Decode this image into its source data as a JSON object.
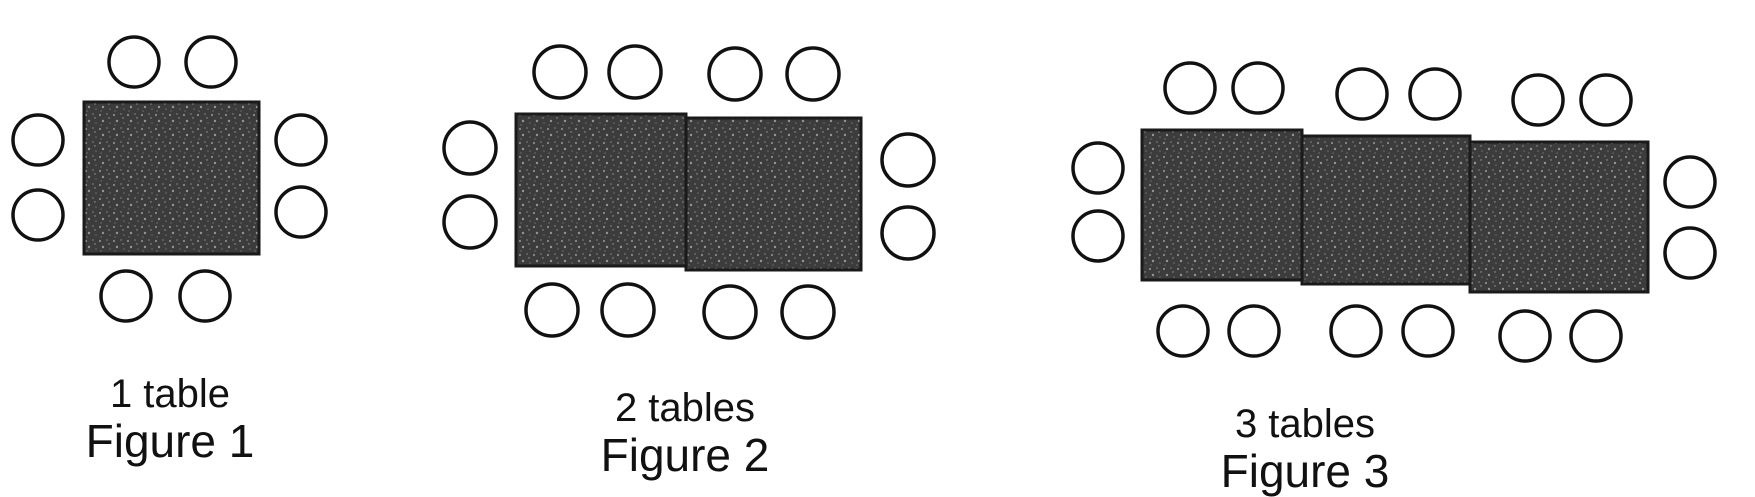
{
  "figures": [
    {
      "count_label": "1 table",
      "figure_label": "Figure 1",
      "tables": 1,
      "chairs": 8
    },
    {
      "count_label": "2 tables",
      "figure_label": "Figure 2",
      "tables": 2,
      "chairs": 12
    },
    {
      "count_label": "3 tables",
      "figure_label": "Figure 3",
      "tables": 3,
      "chairs": 16
    }
  ],
  "colors": {
    "table_fill": "#3a3a3a",
    "chair_stroke": "#111111",
    "background": "#ffffff"
  }
}
